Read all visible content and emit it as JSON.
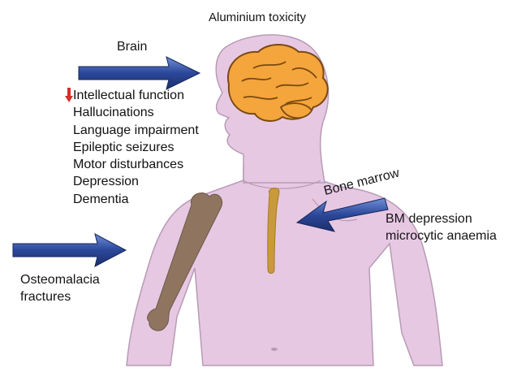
{
  "title": "Aluminium toxicity",
  "organs": {
    "brain": {
      "label": "Brain",
      "effects": [
        "Intellectual function",
        "Hallucinations",
        "Language impairment",
        "Epileptic seizures",
        "Motor disturbances",
        "Depression",
        "Dementia"
      ],
      "decrease_marker_color": "#d4302a"
    },
    "bone_marrow": {
      "label": "Bone marrow",
      "effects": [
        "BM depression",
        "microcytic anaemia"
      ]
    },
    "bone": {
      "effects": [
        "Osteomalacia",
        "fractures"
      ]
    }
  },
  "colors": {
    "body": "#e7c8e3",
    "brain": "#f4a53b",
    "bone": "#8f7560",
    "marrow": "#c99a3a",
    "arrow": "#2f4b8c"
  },
  "icons": [
    "down-arrow-icon",
    "right-arrow-icon",
    "left-arrow-icon"
  ]
}
